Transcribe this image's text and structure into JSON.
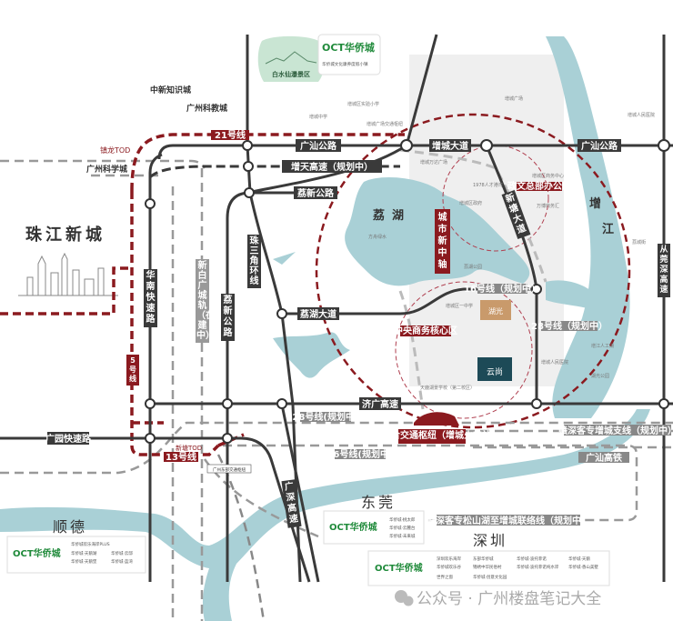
{
  "colors": {
    "water": "#a9d0d6",
    "accent": "#8b1a1f",
    "road": "#3a3a3a",
    "green": "#c9e5d3",
    "oct": "#1f8a3a",
    "navy": "#1d4a57",
    "gold": "#c99a6b"
  },
  "areas": {
    "baishui": "白水仙瀑景区",
    "zhongxin": "中新知识城",
    "kejiao": "广州科教城",
    "kexue": "广州科学城",
    "zhujiang": "珠江新城",
    "lihu": "荔湖",
    "zengjiang_1": "增",
    "zengjiang_2": "江",
    "dongguan": "东莞",
    "shunde": "顺德",
    "shenzhen": "深圳"
  },
  "oct_top": {
    "logo": "OCT华侨城",
    "subtitle": "华侨城文化康养度假小镇"
  },
  "roads": {
    "guangshan": "广汕公路",
    "guangshan_right": "广汕公路",
    "zengtian": "增天高速（规划中）",
    "lixin_h": "荔新公路",
    "zengcheng": "增城大道",
    "xinjia": "新塘大道",
    "lihu": "荔湖大道",
    "jiguang": "济广高速",
    "guangyuan": "广园快速路",
    "huanan": "华南快速路",
    "xinbai": "新白广城轨（在建中）",
    "lixin_v": "荔新公路",
    "zhusanjiao": "珠三角环线",
    "guangshen": "广深高速",
    "congguan": "从莞深高速",
    "guangshan_rail": "广汕高铁",
    "ganshen_branch": "赣深客专增城支线（规划中）",
    "ganshen_link": "赣深客专松山湖至增城联络线（规划中）"
  },
  "metro": {
    "l21": "21号线",
    "l13": "13号线",
    "l16": "16号线（规划中）",
    "l16b": "16号线(规划中)",
    "l28": "28号线（规划中）",
    "l28b": "28号线(规划中)",
    "l5": "5号线",
    "zhenlong": "镇龙TOD",
    "xintang": "新塘TOD",
    "hub": "增城综合交通枢纽（增城火车站）",
    "hub2": "广州东部交通枢纽"
  },
  "zones": {
    "axis": "城市新中轴",
    "cbd": "中央商务核心区",
    "office": "政文总部办公区"
  },
  "projects": {
    "p1": "湖光",
    "p2": "云尚"
  },
  "poi": [
    "增城区实验小学",
    "增城广场",
    "增城人民医院",
    "增城万达广场",
    "增城区政府",
    "1978人才港湾",
    "万博商务汇",
    "增城区商务中心",
    "方舟绿水",
    "荔城街",
    "荔湖公园",
    "增城中学",
    "增城广场交通枢纽",
    "增城区一中学",
    "天鹿湖景学校（第二校区）",
    "增城人民医院",
    "湖光公园",
    "增江人工湖"
  ],
  "oct_boxes": [
    {
      "logo": "OCT华侨城",
      "items": [
        "华侨城欢乐海岸PLUS",
        "华侨城·天鹅湖",
        "华侨城·云邸",
        "华侨城·天鹅堡",
        "华侨城·蓝湾"
      ]
    },
    {
      "logo": "OCT华侨城",
      "items": [
        "华侨城·桃太郎",
        "华侨城·云麓台",
        "华侨城·未来城"
      ]
    },
    {
      "logo": "OCT华侨城",
      "items": [
        "深圳欢乐海岸",
        "东部华侨城",
        "华侨城·波托菲诺",
        "华侨城·天鹅",
        "华侨城欢乐谷",
        "锦绣中华民俗村",
        "华侨城·波托菲诺纯水岸",
        "华侨城·香山美墅",
        "世界之窗",
        "华侨城·创意文化园"
      ]
    }
  ],
  "watermark": "公众号 · 广州楼盘笔记大全"
}
